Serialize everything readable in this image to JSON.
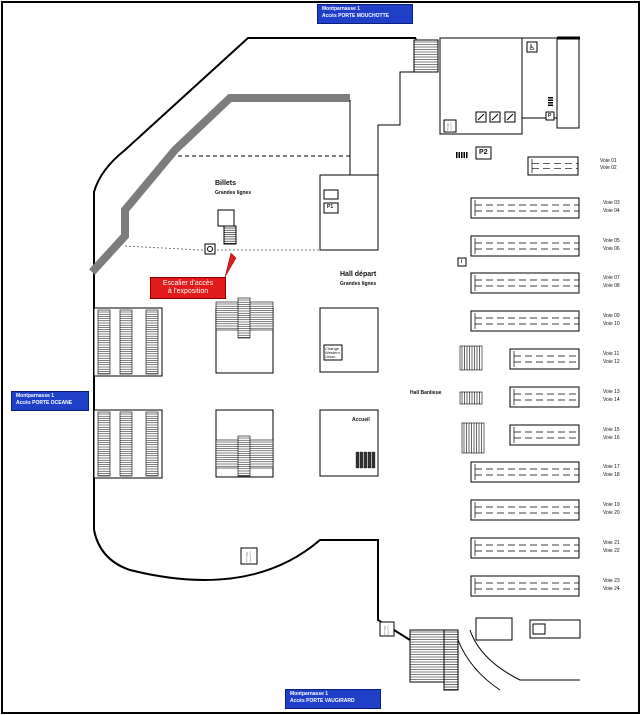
{
  "entrances": {
    "top": {
      "line1": "Montparnasse 1",
      "line2": "Accès PORTE MOUCHOTTE"
    },
    "left": {
      "line1": "Montparnasse 1",
      "line2": "Accès PORTE OCEANE"
    },
    "bottom": {
      "line1": "Montparnasse 1",
      "line2": "Accès PORTE VAUGIRARD"
    }
  },
  "areas": {
    "billets": {
      "title": "Billets",
      "subtitle": "Grandes lignes"
    },
    "hall_depart": {
      "title": "Hall départ",
      "subtitle": "Grandes lignes"
    },
    "hall_banlieue": "Hall Banlieue",
    "accueil": "Accueil",
    "change": "Change Western Union"
  },
  "callout": {
    "line1": "Escalier d'accès",
    "line2": "à l'exposition"
  },
  "parking": {
    "p1": "P1",
    "p2": "P2",
    "p_small": "P"
  },
  "info_icon_label": "i",
  "tracks": [
    "Voie 01",
    "Voie 02",
    "Voie 03",
    "Voie 04",
    "Voie 05",
    "Voie 06",
    "Voie 07",
    "Voie 08",
    "Voie 09",
    "Voie 10",
    "Voie 11",
    "Voie 12",
    "Voie 13",
    "Voie 14",
    "Voie 15",
    "Voie 16",
    "Voie 17",
    "Voie 18",
    "Voie 19",
    "Voie 20",
    "Voie 21",
    "Voie 22",
    "Voie 23",
    "Voie 24"
  ],
  "colors": {
    "entrance_blue": "#1f3fc9",
    "callout_red": "#e11b1b",
    "corridor_grey": "#7d7d7d",
    "wall": "#000000"
  },
  "icons": [
    "restaurant-icon",
    "accessible-icon",
    "info-icon",
    "stairs-icon",
    "escalator-icon",
    "lift-icon",
    "parking-icon"
  ]
}
